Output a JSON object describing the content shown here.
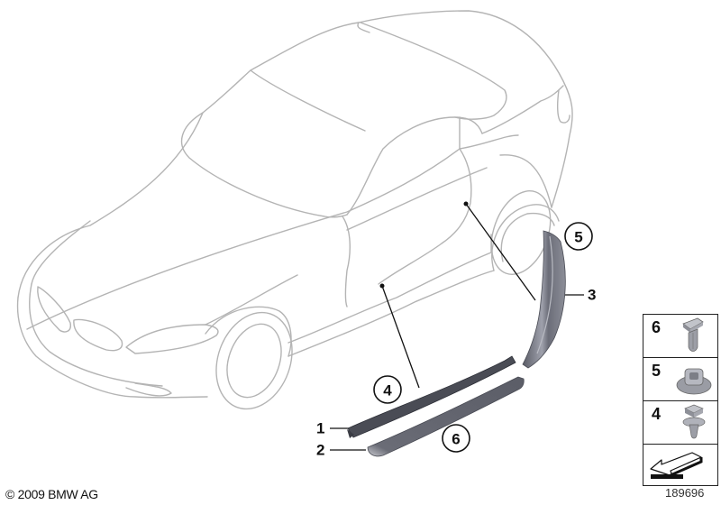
{
  "diagram": {
    "subject": "Vehicle body side trim / sill strips (roadster, 3/4 front view)",
    "copyright": "© 2009 BMW AG",
    "diagram_number": "189696",
    "callouts": [
      {
        "id": "4",
        "style": "circle",
        "label": "4"
      },
      {
        "id": "5",
        "style": "circle",
        "label": "5"
      },
      {
        "id": "6",
        "style": "circle",
        "label": "6"
      }
    ],
    "part_labels": [
      {
        "id": "1",
        "label": "1"
      },
      {
        "id": "2",
        "label": "2"
      },
      {
        "id": "3",
        "label": "3"
      }
    ],
    "legend": [
      {
        "number": "6",
        "icon": "expanding-rivet-clip-icon"
      },
      {
        "number": "5",
        "icon": "nut-clip-icon"
      },
      {
        "number": "4",
        "icon": "push-rivet-clip-icon"
      },
      {
        "number": "",
        "icon": "arrow-down-left-icon"
      }
    ]
  },
  "colors": {
    "outline": "#b4b4b4",
    "leader": "#111111",
    "trim_dark": "#4a4c55",
    "trim_mid": "#6d6f7a",
    "trim_light": "#9a9ca6",
    "background": "#ffffff"
  }
}
